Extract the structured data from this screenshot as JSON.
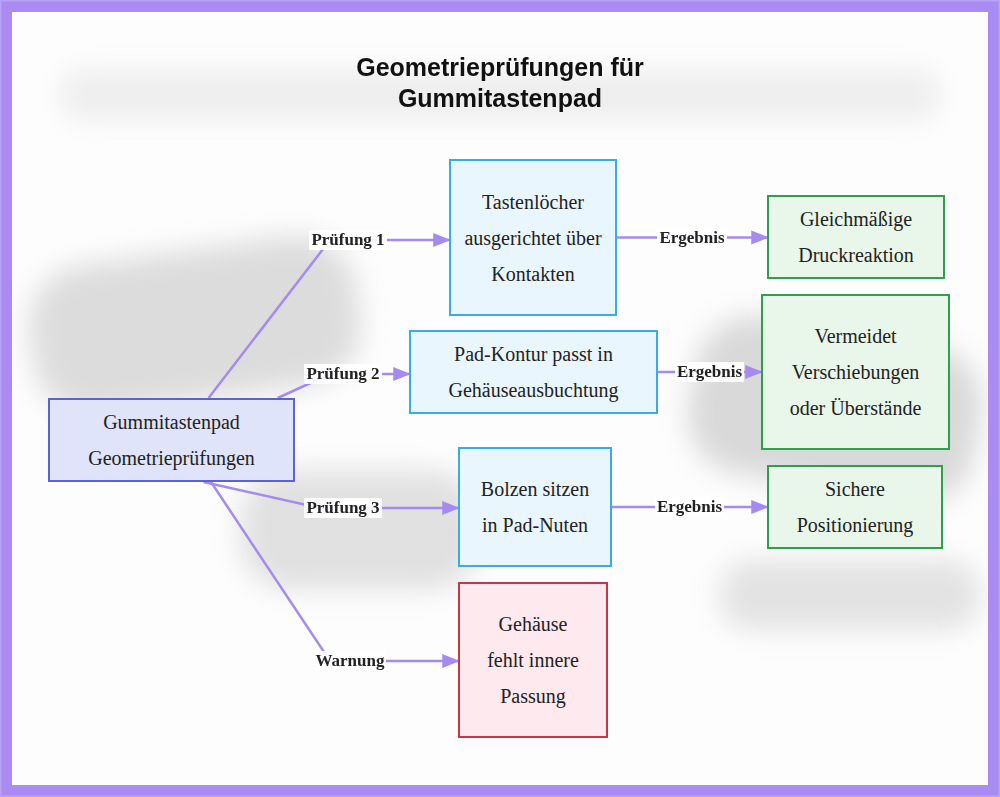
{
  "diagram": {
    "title": "Geometrieprüfungen für Gummitastenpad",
    "nodes": [
      {
        "text": [
          "Gummitastenpad Geometrieprüfungen"
        ]
      },
      {
        "text": [
          "Tastenlöcher ausgerichtet über Kontakten"
        ]
      },
      {
        "text": [
          "Gleichmäßige Druckreaktion"
        ]
      },
      {
        "text": [
          "Pad-Kontur passt in Gehäuseausbuchtung"
        ]
      },
      {
        "text": [
          "Vermeidet Verschiebungen oder Überstände"
        ]
      },
      {
        "text": [
          "Bolzen sitzen in Pad-Nuten"
        ]
      },
      {
        "text": [
          "Sichere Positionierung"
        ]
      },
      {
        "text": [
          "Gehäuse fehlt innere Passung"
        ]
      }
    ],
    "edges": [
      {
        "from": 0,
        "to": 1,
        "label": "Prüfung 1",
        "arrow": "to"
      },
      {
        "from": 1,
        "to": 2,
        "label": "Ergebnis",
        "arrow": "to"
      },
      {
        "from": 0,
        "to": 3,
        "label": "Prüfung 2",
        "arrow": "to"
      },
      {
        "from": 3,
        "to": 4,
        "label": "Ergebnis",
        "arrow": "to"
      },
      {
        "from": 0,
        "to": 5,
        "label": "Prüfung 3",
        "arrow": "to"
      },
      {
        "from": 5,
        "to": 6,
        "label": "Ergebnis",
        "arrow": "to"
      },
      {
        "from": 0,
        "to": 7,
        "label": "Warnung",
        "arrow": "to"
      }
    ]
  }
}
